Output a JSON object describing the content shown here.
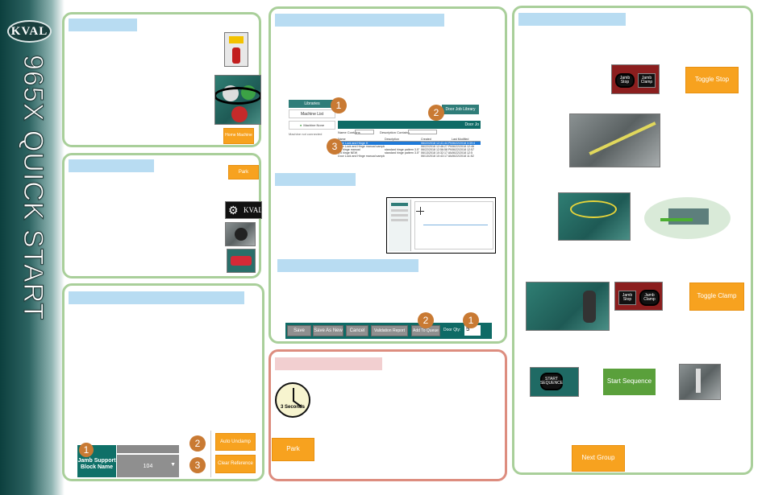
{
  "brand": {
    "logo_text": "KVAL",
    "title": "965X QUICK START"
  },
  "panel_a": {
    "button": "Home Machine"
  },
  "panel_b": {
    "button": "Park"
  },
  "panel_c": {
    "block_label": "Jamb Support Block Name",
    "select_value": "104",
    "auto_unclamp": "Auto Unclamp",
    "clear_reference": "Clear Reference",
    "nums": [
      "1",
      "2",
      "3"
    ]
  },
  "libraries": {
    "libraries_btn": "Libraries",
    "machine_list": "Machine List",
    "machine_none": "Machine None",
    "machine_note": "Machine not connected",
    "door_job_library": "Door Job Library",
    "name_contains": "Name Contains",
    "desc_contains": "Description Contains",
    "columns": [
      "Name",
      "Description",
      "Created",
      "Last Modified"
    ],
    "rows": [
      [
        "Door Lock and Hinge H",
        "",
        "06/22/2018 12:41:44 PM",
        "06/22/2018 3:39:4"
      ],
      [
        "Door Lock and Hinge manual sample 2",
        "",
        "06/22/2018 12:46:27 PM",
        "06/22/2018 12:46"
      ],
      [
        "3.5 hinge manual",
        "standard hinge pattern 3.5\"",
        "06/22/2018 12:56:58 PM",
        "06/22/2018 12:57"
      ],
      [
        "3.5 hinge NEW",
        "standard hinge pattern 3.5\"",
        "06/13/2018 10:32:17 AM",
        "06/22/2018 12:5"
      ],
      [
        "Door Lock and Hinge manual sample",
        "",
        "06/13/2018 10:43:17 AM",
        "06/22/2018 11:52"
      ]
    ],
    "header_right": "Door Jo",
    "nums": [
      "1",
      "2",
      "3"
    ]
  },
  "toolbar": {
    "save": "Save",
    "save_as_new": "Save As New",
    "cancel": "Cancel",
    "validation_report": "Validation Report",
    "add_to_queue": "Add To Queue",
    "door_qty_label": "Door Qty:",
    "door_qty_value": "5",
    "nums": [
      "2",
      "1"
    ]
  },
  "red_panel": {
    "clock_label": "3 Seconds",
    "park": "Park"
  },
  "right_panel": {
    "jamb_stop": "Jamb Stop",
    "jamb_clamp": "Jamb Clamp",
    "toggle_stop": "Toggle Stop",
    "toggle_clamp": "Toggle Clamp",
    "start_sequence_small": "START SEQUENCE",
    "start_sequence": "Start Sequence",
    "next_group": "Next Group"
  }
}
